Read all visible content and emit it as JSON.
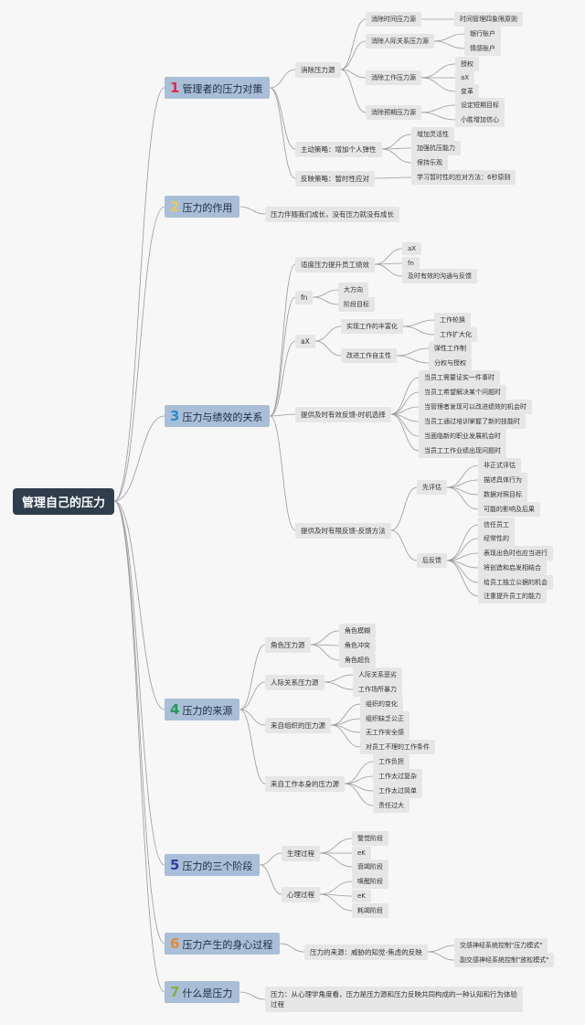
{
  "root": "管理自己的压力",
  "colors": {
    "n1": "#e0284b",
    "n2": "#e8c85c",
    "n3": "#2a8ed0",
    "n4": "#1f9b55",
    "n5": "#2f3f9e",
    "n6": "#e88a2e",
    "n7": "#89b03d",
    "line": "#999999"
  },
  "sections": [
    {
      "num": "1",
      "title": "管理者的压力对策",
      "children": [
        {
          "label": "消除压力源",
          "children": [
            {
              "label": "消除时间压力源",
              "children": [
                "时间管理四象限原则"
              ]
            },
            {
              "label": "消除人际关系压力源",
              "children": [
                "银行账户",
                "情感账户"
              ]
            },
            {
              "label": "消除工作压力源",
              "children": [
                "授权",
                "aX",
                "变革"
              ]
            },
            {
              "label": "消除预期压力源",
              "children": [
                "设定短期目标",
                "小胜增加信心"
              ]
            }
          ]
        },
        {
          "label": "主动策略：增加个人弹性",
          "children": [
            "增加灵活性",
            "加强抗压能力",
            "保持乐观"
          ]
        },
        {
          "label": "反映策略：暂时性应对",
          "children": [
            "学习暂时性的应对方法：6秒原则"
          ]
        }
      ]
    },
    {
      "num": "2",
      "title": "压力的作用",
      "children": [
        {
          "label": "压力伴随我们成长，没有压力就没有成长"
        }
      ]
    },
    {
      "num": "3",
      "title": "压力与绩效的关系",
      "children": [
        {
          "label": "适度压力提升员工绩效",
          "children": [
            "aX",
            "fn",
            "及时有效的沟通与反馈"
          ]
        },
        {
          "label": "fn",
          "children": [
            "大方向",
            "阶段目标"
          ]
        },
        {
          "label": "aX",
          "children": [
            {
              "label": "实现工作的丰富化",
              "children": [
                "工作轮换",
                "工作扩大化"
              ]
            },
            {
              "label": "改进工作自主性",
              "children": [
                "弹性工作制",
                "分权与授权"
              ]
            }
          ]
        },
        {
          "label": "提供及时有效反馈-时机选择",
          "children": [
            "当员工需要证实一件事时",
            "当员工希望解决某个问题时",
            "当管理者发现可以改进绩效的机会时",
            "当员工通过培训掌握了新的技能时",
            "当面临新的职业发展机会时",
            "当员工工作业绩出现问题时"
          ]
        },
        {
          "label": "提供及时有限反馈-反馈方法",
          "children": [
            {
              "label": "先评估",
              "children": [
                "非正式评估",
                "描述具体行为",
                "数据对照目标",
                "可能的影响及后果"
              ]
            },
            {
              "label": "后反馈",
              "children": [
                "信任员工",
                "经常性的",
                "表现出色时也应当进行",
                "将创造和启发相结合",
                "给员工独立公据的机会",
                "注重提升员工的能力"
              ]
            }
          ]
        }
      ]
    },
    {
      "num": "4",
      "title": "压力的来源",
      "children": [
        {
          "label": "角色压力源",
          "children": [
            "角色模糊",
            "角色冲突",
            "角色超负"
          ]
        },
        {
          "label": "人际关系压力源",
          "children": [
            "人际关系恶劣",
            "工作场所暴力"
          ]
        },
        {
          "label": "来自组织的压力源",
          "children": [
            "组织的变化",
            "组织缺乏公正",
            "无工作安全感",
            "对员工不理的工作条件"
          ]
        },
        {
          "label": "来自工作本身的压力源",
          "children": [
            "工作负担",
            "工作太过复杂",
            "工作太过简单",
            "责任过大"
          ]
        }
      ]
    },
    {
      "num": "5",
      "title": "压力的三个阶段",
      "children": [
        {
          "label": "生理过程",
          "children": [
            "警觉阶段",
            "eK",
            "衰竭阶段"
          ]
        },
        {
          "label": "心理过程",
          "children": [
            "唤醒阶段",
            "eK",
            "耗竭阶段"
          ]
        }
      ]
    },
    {
      "num": "6",
      "title": "压力产生的身心过程",
      "children": [
        {
          "label": "压力的来源：威胁的知觉-焦虑的反映",
          "children": [
            "交感神经系统控制\"压力模式\"",
            "副交感神经系统控制\"放松模式\""
          ]
        }
      ]
    },
    {
      "num": "7",
      "title": "什么是压力",
      "children": [
        {
          "label": "压力：从心理学角度看，压力是压力源和压力反映共同构成的一种认知和行为体验过程"
        }
      ]
    }
  ]
}
